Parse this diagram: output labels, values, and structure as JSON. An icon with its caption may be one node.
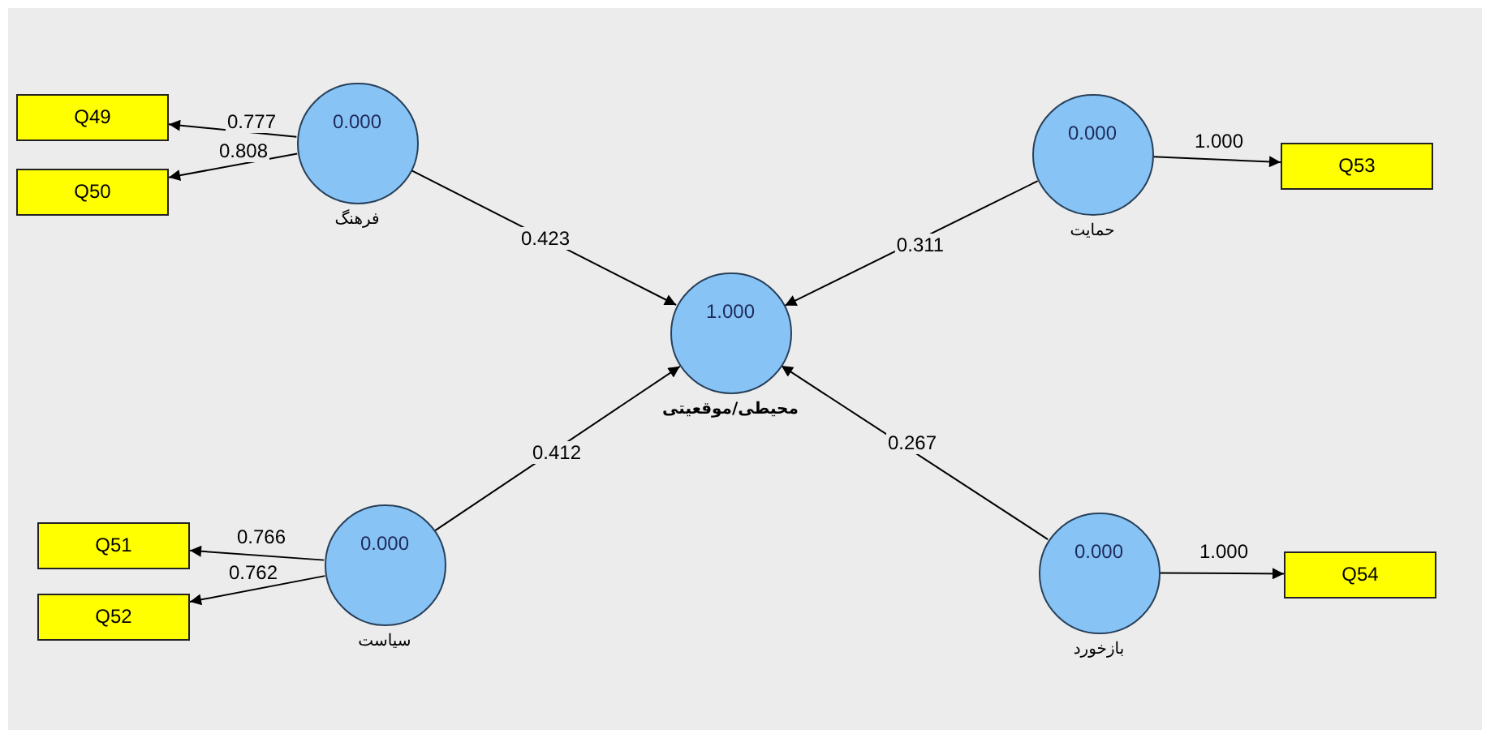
{
  "diagram": {
    "nodes": [
      {
        "text": [
          "Q49"
        ]
      },
      {
        "text": [
          "Q50"
        ]
      },
      {
        "text": [
          "0.000",
          "فرهنگ"
        ]
      },
      {
        "text": [
          "0.000",
          "حمایت"
        ]
      },
      {
        "text": [
          "Q53"
        ]
      },
      {
        "text": [
          "1.000",
          "محیطی/موقعیتی"
        ]
      },
      {
        "text": [
          "Q51"
        ]
      },
      {
        "text": [
          "Q52"
        ]
      },
      {
        "text": [
          "0.000",
          "سیاست"
        ]
      },
      {
        "text": [
          "0.000",
          "بازخورد"
        ]
      },
      {
        "text": [
          "Q54"
        ]
      }
    ],
    "edges": [
      {
        "from": 2,
        "to": 0,
        "arrow": "to",
        "label": "0.777"
      },
      {
        "from": 2,
        "to": 1,
        "arrow": "to",
        "label": "0.808"
      },
      {
        "from": 2,
        "to": 5,
        "arrow": "to",
        "label": "0.423"
      },
      {
        "from": 3,
        "to": 5,
        "arrow": "to",
        "label": "0.311"
      },
      {
        "from": 3,
        "to": 4,
        "arrow": "to",
        "label": "1.000"
      },
      {
        "from": 8,
        "to": 5,
        "arrow": "to",
        "label": "0.412"
      },
      {
        "from": 9,
        "to": 5,
        "arrow": "to",
        "label": "0.267"
      },
      {
        "from": 8,
        "to": 6,
        "arrow": "to",
        "label": "0.766"
      },
      {
        "from": 8,
        "to": 7,
        "arrow": "to",
        "label": "0.762"
      },
      {
        "from": 9,
        "to": 10,
        "arrow": "to",
        "label": "1.000"
      }
    ]
  }
}
